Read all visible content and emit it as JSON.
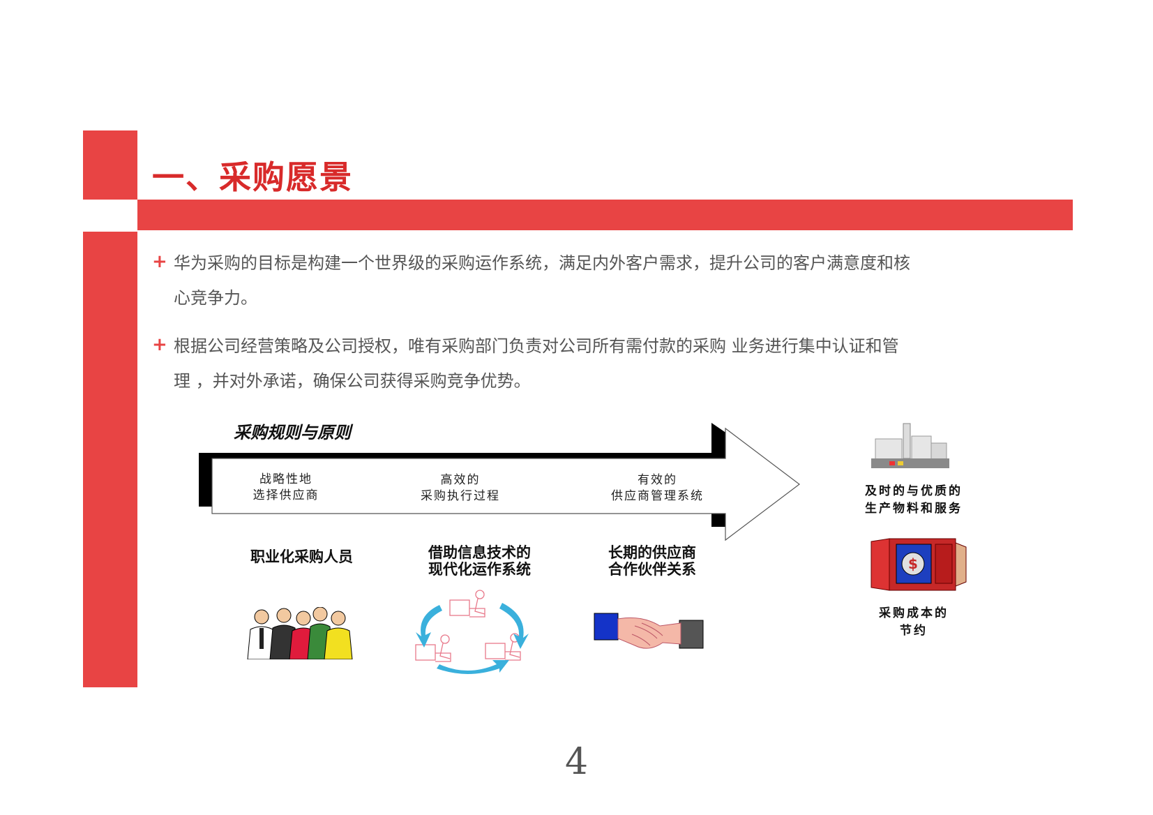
{
  "slide": {
    "title": "一、采购愿景",
    "bullets": [
      {
        "line1": "华为采购的目标是构建一个世界级的采购运作系统，满足内外客户需求，提升公司的客户满意度和核",
        "line2": "心竞争力。"
      },
      {
        "line1": "根据公司经营策略及公司授权，唯有采购部门负责对公司所有需付款的采购 业务进行集中认证和管",
        "line2": "理 ，并对外承诺，确保公司获得采购竞争优势。"
      }
    ],
    "bullet_marker": "+",
    "page_number": "4"
  },
  "diagram": {
    "arrow_title": "采购规则与原则",
    "steps": [
      {
        "line1": "战略性地",
        "line2": "选择供应商"
      },
      {
        "line1": "高效的",
        "line2": "采购执行过程"
      },
      {
        "line1": "有效的",
        "line2": "供应商管理系统"
      }
    ],
    "pillars": [
      {
        "line1": "职业化采购人员",
        "line2": "",
        "icon": "people-group-icon"
      },
      {
        "line1": "借助信息技术的",
        "line2": "现代化运作系统",
        "icon": "workflow-cycle-icon"
      },
      {
        "line1": "长期的供应商",
        "line2": "合作伙伴关系",
        "icon": "handshake-icon"
      }
    ],
    "outcomes": [
      {
        "line1": "及时的与优质的",
        "line2": "生产物料和服务",
        "icon": "factory-icon"
      },
      {
        "line1": "采购成本的",
        "line2": "节约",
        "icon": "dollar-safe-icon"
      }
    ]
  },
  "colors": {
    "accent_red": "#e84444",
    "title_red": "#d82a2a",
    "body_text": "#555555"
  }
}
